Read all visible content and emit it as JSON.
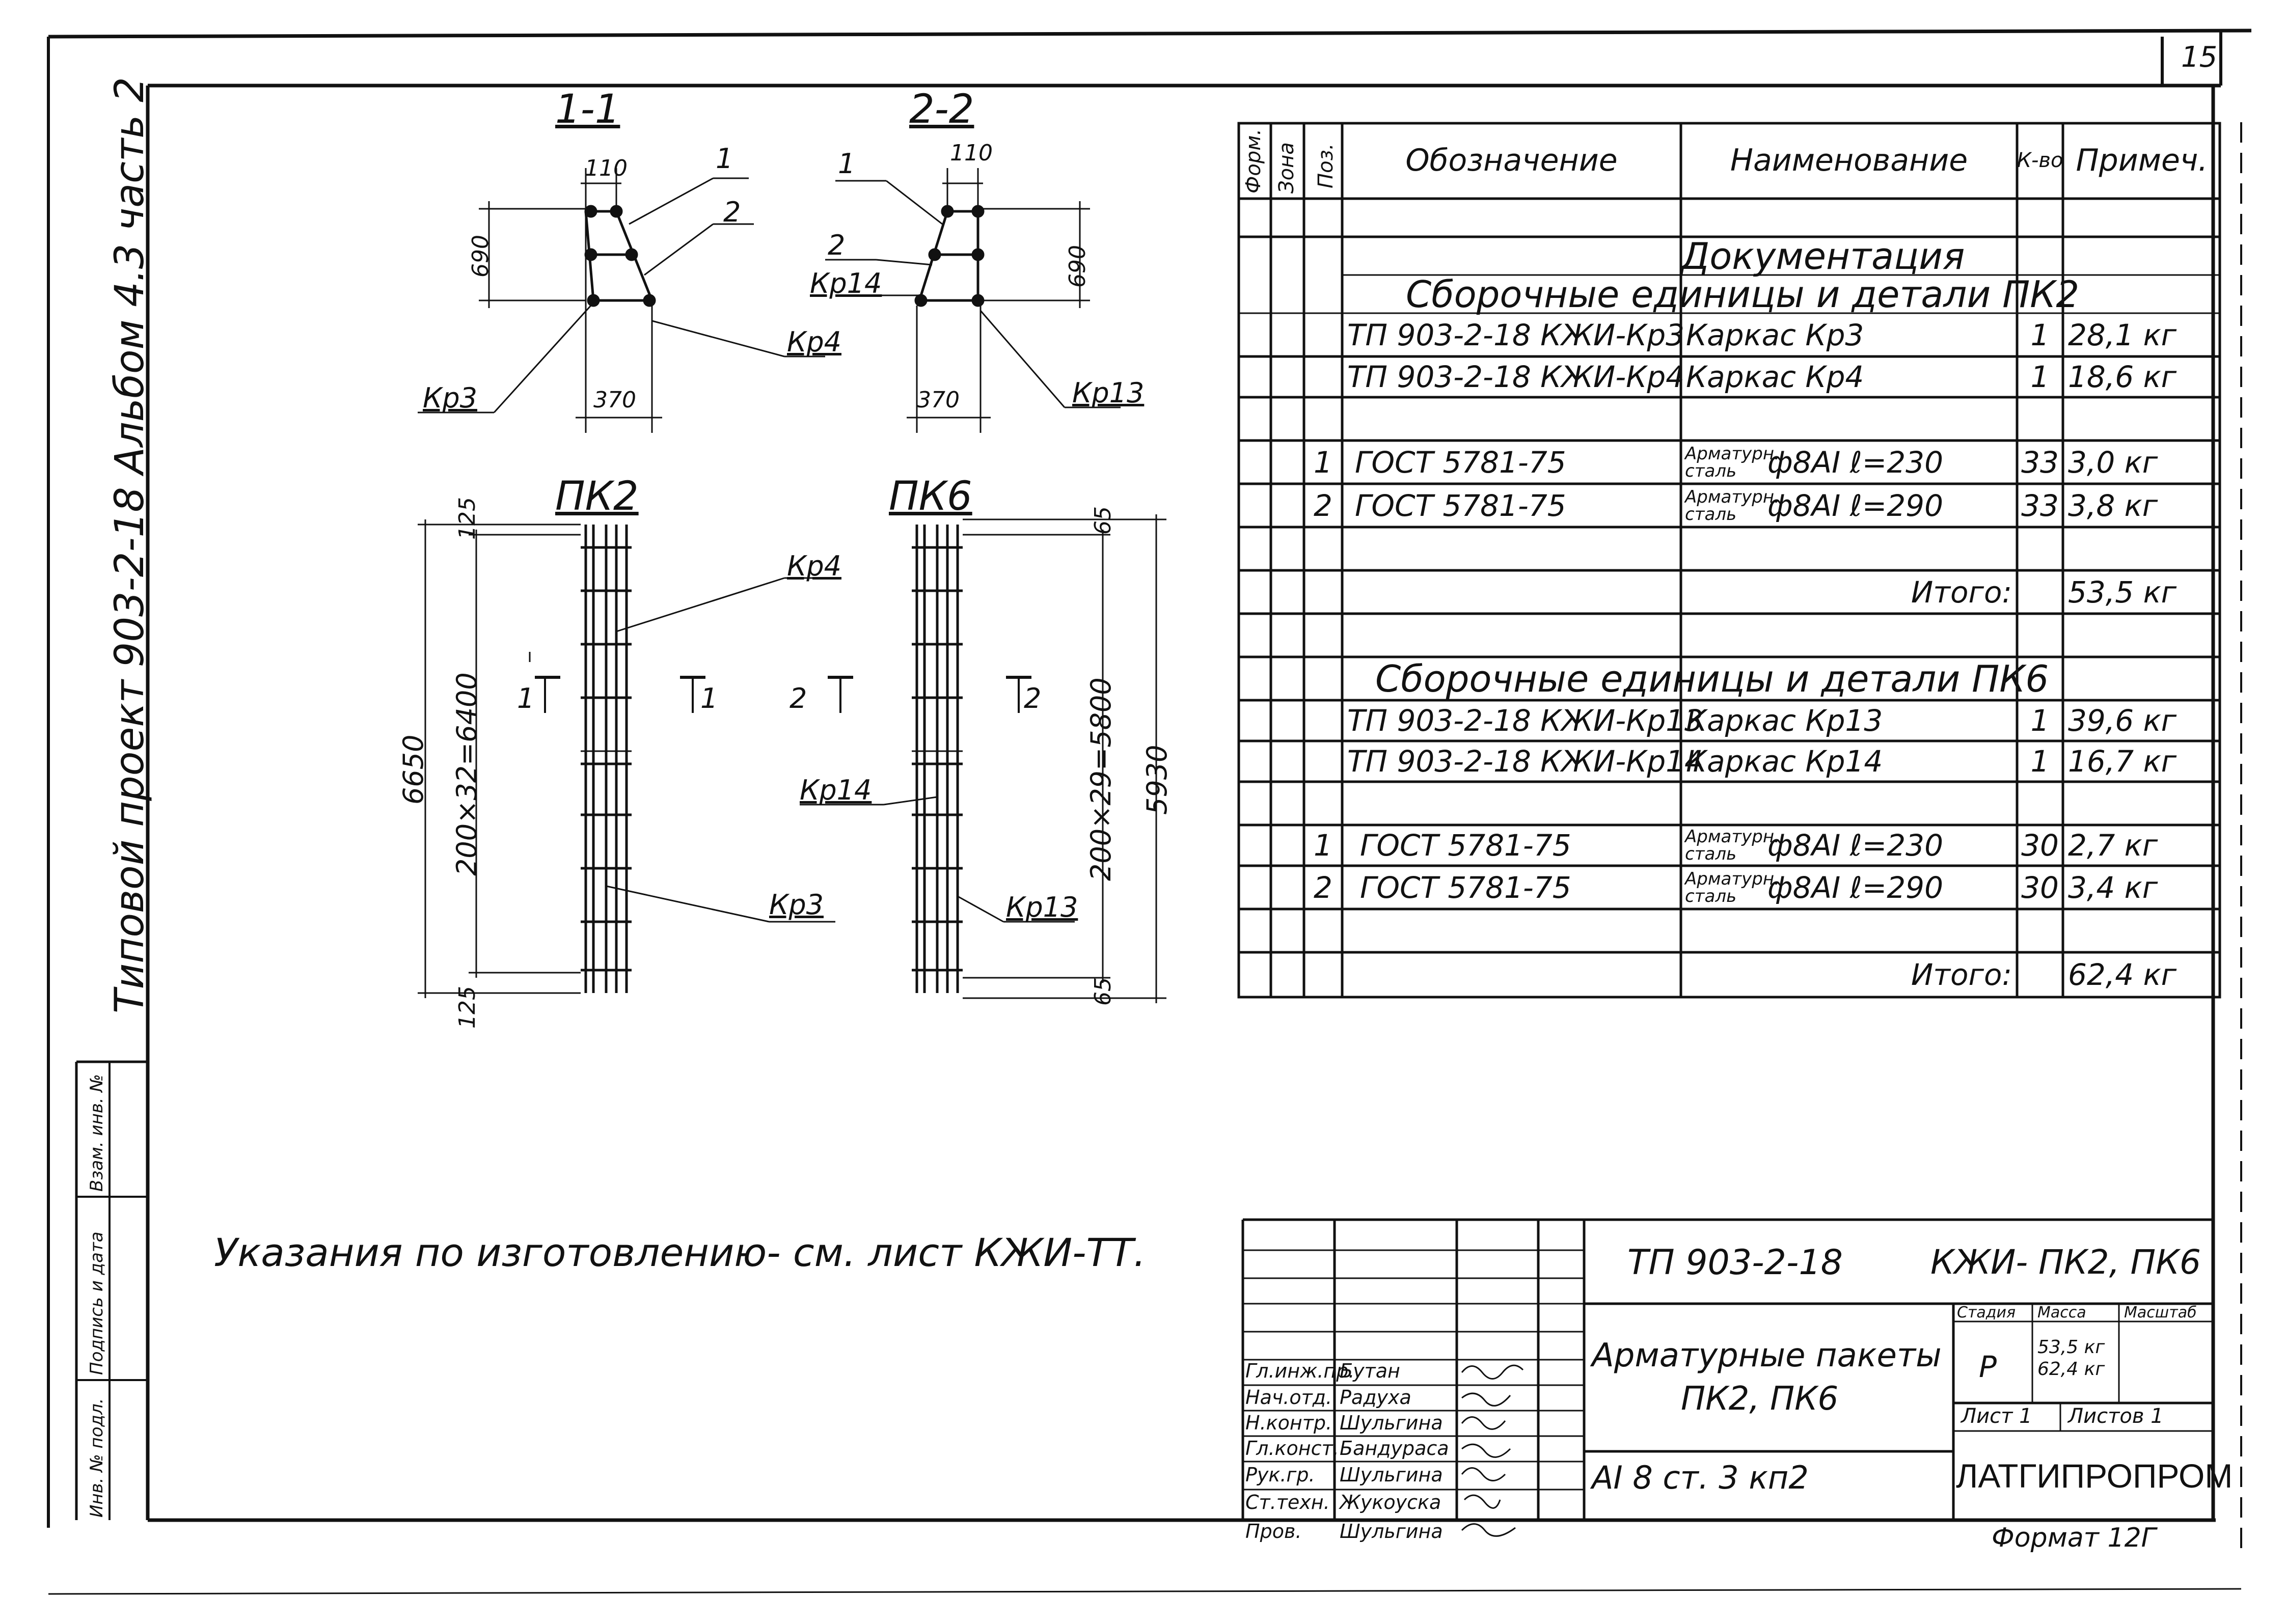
{
  "sheet_number": "15",
  "side_stamp": "Типовой проект 903-2-18 Альбом 4.3 часть 2",
  "left_margin_labels": [
    "Инв. № подл.",
    "Подпись и дата",
    "Взам. инв. №"
  ],
  "drawing": {
    "section_1": {
      "title": "1-1",
      "dim_width_top": "110",
      "dim_height": "690",
      "dim_width_bottom": "370",
      "pos_1": "1",
      "pos_2": "2",
      "frame_a": "Кр4",
      "frame_b": "Кр3"
    },
    "section_2": {
      "title": "2-2",
      "dim_width_top": "110",
      "dim_height": "690",
      "dim_width_bottom": "370",
      "pos_1": "1",
      "pos_2": "2",
      "frame_a": "Кр14",
      "frame_b": "Кр13"
    },
    "pk2": {
      "title": "ПК2",
      "dim_top": "125",
      "dim_bottom": "125",
      "dim_total": "6650",
      "dim_spacing": "200×32=6400",
      "frame_top": "Кр4",
      "frame_bottom": "Кр3",
      "cut_left": "1",
      "cut_right": "1"
    },
    "pk6": {
      "title": "ПК6",
      "dim_top": "65",
      "dim_bottom": "65",
      "dim_total": "5930",
      "dim_spacing": "200×29=5800",
      "frame_top": "Кр14",
      "frame_bottom": "Кр13",
      "cut_left": "2",
      "cut_right": "2"
    }
  },
  "spec_table": {
    "headers": {
      "format": "Форм.",
      "zone": "Зона",
      "pos": "Поз.",
      "designation": "Обозначение",
      "name": "Наименование",
      "qty": "К-во",
      "note": "Примеч."
    },
    "section_docs": "Документация",
    "section_pk2": "Сборочные единицы и детали ПК2",
    "section_pk6": "Сборочные единицы и детали ПК6",
    "rows_pk2": [
      {
        "pos": "",
        "designation": "ТП 903-2-18 КЖИ-Кр3",
        "name": "Каркас Кр3",
        "qty": "1",
        "note": "28,1 кг"
      },
      {
        "pos": "",
        "designation": "ТП 903-2-18 КЖИ-Кр4",
        "name": "Каркас Кр4",
        "qty": "1",
        "note": "18,6 кг"
      },
      {
        "pos": "1",
        "designation": "ГОСТ 5781-75",
        "name_top": "Арматурн.",
        "name_bottom": "сталь",
        "name_spec": "ф8АI ℓ=230",
        "qty": "33",
        "note": "3,0 кг"
      },
      {
        "pos": "2",
        "designation": "ГОСТ 5781-75",
        "name_top": "Арматурн.",
        "name_bottom": "сталь",
        "name_spec": "ф8АI ℓ=290",
        "qty": "33",
        "note": "3,8 кг"
      }
    ],
    "total_label_pk2": "Итого:",
    "total_pk2": "53,5 кг",
    "rows_pk6": [
      {
        "pos": "",
        "designation": "ТП 903-2-18 КЖИ-Кр13",
        "name": "Каркас Кр13",
        "qty": "1",
        "note": "39,6 кг"
      },
      {
        "pos": "",
        "designation": "ТП 903-2-18 КЖИ-Кр14",
        "name": "Каркас Кр14",
        "qty": "1",
        "note": "16,7 кг"
      },
      {
        "pos": "1",
        "designation": "ГОСТ 5781-75",
        "name_top": "Арматурн.",
        "name_bottom": "сталь",
        "name_spec": "ф8АI ℓ=230",
        "qty": "30",
        "note": "2,7 кг"
      },
      {
        "pos": "2",
        "designation": "ГОСТ 5781-75",
        "name_top": "Арматурн.",
        "name_bottom": "сталь",
        "name_spec": "ф8АI ℓ=290",
        "qty": "30",
        "note": "3,4 кг"
      }
    ],
    "total_label_pk6": "Итого:",
    "total_pk6": "62,4 кг"
  },
  "notes": "Указания по изготовлению- см. лист КЖИ-ТТ.",
  "title_block": {
    "project": "ТП 903-2-18",
    "sheet_code": "КЖИ- ПК2, ПК6",
    "title_line1": "Арматурные пакеты",
    "title_line2": "ПК2, ПК6",
    "material": "АI 8 ст. 3 кп2",
    "stage_label": "Стадия",
    "mass_label": "Масса",
    "scale_label": "Масштаб",
    "stage": "Р",
    "mass_1": "53,5 кг",
    "mass_2": "62,4 кг",
    "sheet_label": "Лист 1",
    "sheets_label": "Листов 1",
    "organization": "ЛАТГИПРОПРОМ",
    "format": "Формат 12Г",
    "signatures": [
      {
        "role": "Гл.инж.пр.",
        "name": "Бутан"
      },
      {
        "role": "Нач.отд.",
        "name": "Радуха"
      },
      {
        "role": "Н.контр.",
        "name": "Шульгина"
      },
      {
        "role": "Гл.конст.",
        "name": "Бандураса"
      },
      {
        "role": "Рук.гр.",
        "name": "Шульгина"
      },
      {
        "role": "Ст.техн.",
        "name": "Жукоуска"
      },
      {
        "role": "Пров.",
        "name": "Шульгина"
      }
    ]
  }
}
